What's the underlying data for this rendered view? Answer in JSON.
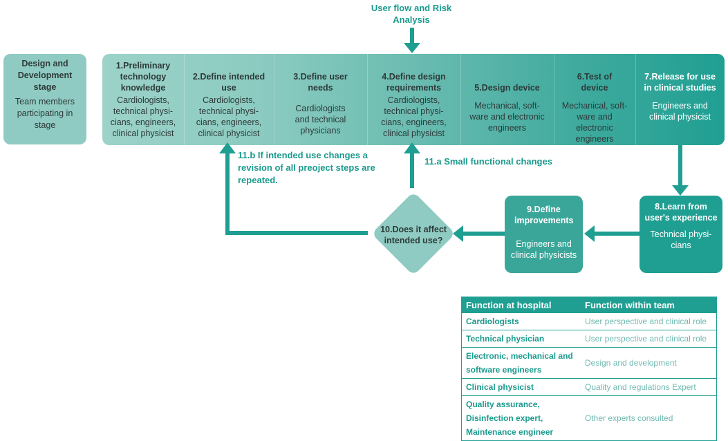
{
  "top_label": "User flow and Risk Analysis",
  "stage_box": {
    "title": "Design and Development stage",
    "subtitle": "Team members participating in stage"
  },
  "steps": [
    {
      "title": "1.Preliminary technology knowledge",
      "members": "Cardiologists, technical physi-cians, engineers, clinical physicist"
    },
    {
      "title": "2.Define intended use",
      "members": "Cardiologists, technical physi-cians, engineers, clinical physicist"
    },
    {
      "title": "3.Define user needs",
      "members": "Cardiologists and technical physicians"
    },
    {
      "title": "4.Define design requirements",
      "members": "Cardiologists, technical physi-cians, engineers, clinical physicist"
    },
    {
      "title": "5.Design device",
      "members": "Mechanical, soft-ware and electronic engineers"
    },
    {
      "title": "6.Test of device",
      "members": "Mechanical, soft-ware and electronic engineers"
    },
    {
      "title": "7.Release for use in clinical studies",
      "members": "Engineers and clinical physicist"
    }
  ],
  "step8": {
    "title": "8.Learn from user's experience",
    "members": "Technical physi-cians"
  },
  "step9": {
    "title": "9.Define improvements",
    "members": "Engineers and clinical physicists"
  },
  "decision": "10.Does it affect intended use?",
  "annot_11a": "11.a Small functional changes",
  "annot_11b_lines": [
    "11.b If intended use changes a",
    "revision of all preoject steps are",
    "repeated."
  ],
  "colors": {
    "accent": "#1f9f92",
    "light": "#8fcbc2",
    "text": "#2d3a39"
  },
  "table": {
    "headers": [
      "Function at hospital",
      "Function within team"
    ],
    "rows": [
      {
        "role": "Cardiologists",
        "function": "User perspective and clinical role"
      },
      {
        "role": "Technical physician",
        "function": "User perspective and clinical role"
      },
      {
        "role": "Electronic, mechanical and software engineers",
        "function": "Design and development"
      },
      {
        "role": "Clinical physicist",
        "function": "Quality and regulations Expert"
      },
      {
        "role": "Quality assurance, Disinfection expert, Maintenance engineer",
        "function": "Other experts consulted"
      }
    ]
  }
}
